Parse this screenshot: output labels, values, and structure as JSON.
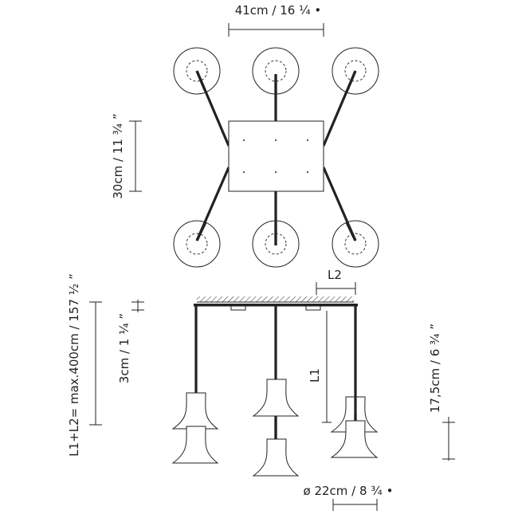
{
  "dimensions": {
    "top_width": "41cm / 16 ¼ •",
    "top_depth": "30cm / 11 ¾ ”",
    "total_length": "L1+L2= max.400cm / 157 ½ ”",
    "canopy_height": "3cm / 1 ¼ ”",
    "lamp_height": "17,5cm / 6 ¾ ”",
    "lamp_diameter": "ø 22cm / 8 ¾ •",
    "l1": "L1",
    "l2": "L2"
  }
}
